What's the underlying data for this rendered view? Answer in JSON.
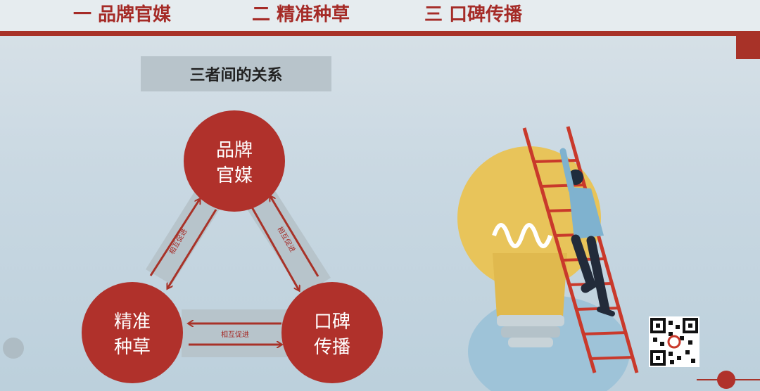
{
  "nav": {
    "item1": "一  品牌官媒",
    "item2": "二 精准种草",
    "item3": "三 口碑传播"
  },
  "section_title": "三者间的关系",
  "nodes": {
    "top": {
      "line1": "品牌",
      "line2": "官媒"
    },
    "left": {
      "line1": "精准",
      "line2": "种草"
    },
    "right": {
      "line1": "口碑",
      "line2": "传播"
    }
  },
  "arrow_label": "相互促进",
  "colors": {
    "accent": "#a83228",
    "node": "#b0312b",
    "background": "#c9d8e2",
    "bulb": "#e8c45a"
  },
  "icons": {
    "illustration": "lightbulb-ladder-illustration",
    "qr": "qr-code-icon"
  }
}
